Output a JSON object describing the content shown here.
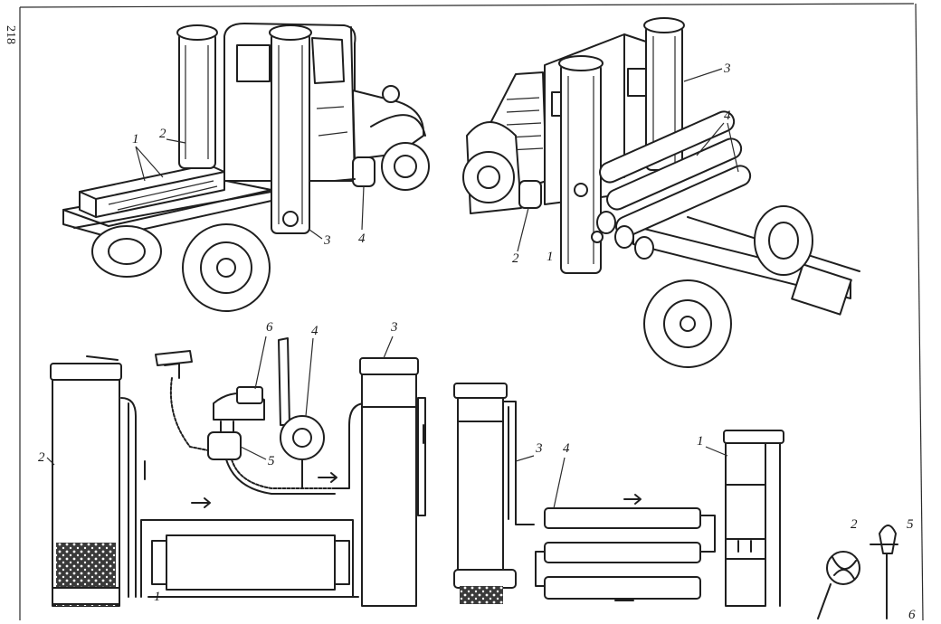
{
  "page_number": "218",
  "labels": {
    "truck_left": {
      "l1": "1",
      "l2": "2",
      "l3": "3",
      "l4": "4"
    },
    "truck_right": {
      "r1": "1",
      "r2": "2",
      "r3": "3",
      "r4": "4"
    },
    "scheme_left": {
      "s2": "2",
      "s3": "3",
      "s4": "4",
      "s5": "5",
      "s6": "6",
      "s1": "1"
    },
    "scheme_right": {
      "t1": "1",
      "t3": "3",
      "t4": "4"
    },
    "detail": {
      "d2": "2",
      "d5": "5",
      "d6": "6"
    }
  },
  "colors": {
    "ink": "#1f1f1f",
    "paper": "#ffffff",
    "gravel": "#3a3a3a"
  }
}
